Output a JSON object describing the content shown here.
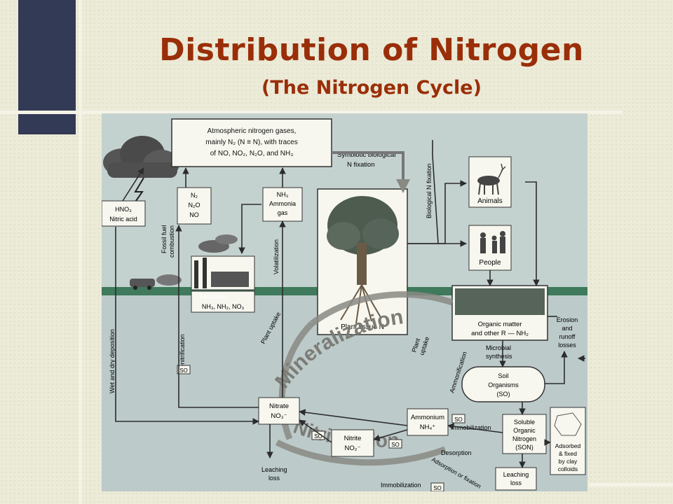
{
  "slide": {
    "title": "Distribution of Nitrogen",
    "subtitle": "(The Nitrogen Cycle)"
  },
  "colors": {
    "title": "#9a2e08",
    "panel": "#c4d2cf",
    "box_fill": "#f7f7ef",
    "ground": "#3f7a5c",
    "arrow": "#2c2c2c",
    "cycle_arc": "#8a8a84",
    "side_bar": "#333a56"
  },
  "diagram": {
    "atmosphere": [
      "Atmospheric nitrogen gases,",
      "mainly N₂ (N ≡ N), with traces",
      "of NO, NO₂, N₂O, and NH₃"
    ],
    "nitric_acid": [
      "HNO₃",
      "Nitric acid"
    ],
    "nitrogen_oxides": [
      "N₂",
      "N₂O",
      "NO"
    ],
    "ammonia_gas": [
      "NH₃",
      "Ammonia",
      "gas"
    ],
    "symbiotic": [
      "Symbiotic biological",
      "N fixation"
    ],
    "biological_fixation": "Biological N fixation",
    "animals": "Animals",
    "people": "People",
    "fossil_fuel": [
      "Fossil fuel",
      "combustion"
    ],
    "volatilization": "Volatilization",
    "fertilizers": "Fertilizers",
    "fertilizer_forms": "NH₃, NH₂, NO₃",
    "plant_tissue": "Plant tissue N",
    "organic_matter": [
      "Organic matter",
      "and other R — NH₂"
    ],
    "erosion": [
      "Erosion",
      "and",
      "runoff",
      "losses"
    ],
    "microbial_synthesis": [
      "Microbial",
      "synthesis"
    ],
    "soil_organisms": [
      "Soil",
      "Organisms",
      "(SO)"
    ],
    "wet_dry": "Wet and dry deposition",
    "denitrification": "Denitrification",
    "plant_uptake_1": "Plant uptake",
    "plant_uptake_2": [
      "Plant",
      "uptake"
    ],
    "ammonification": "Ammonification",
    "mineralization": "Mineralization",
    "nitrification": "Nitrification",
    "nitrate": [
      "Nitrate",
      "NO₃⁻"
    ],
    "ammonium": [
      "Ammonium",
      "NH₄⁺"
    ],
    "nitrite": [
      "Nitrite",
      "NO₂⁻"
    ],
    "immobilization_1": "Immobilization",
    "immobilization_2": "Immobilization",
    "son": [
      "Soluble",
      "Organic",
      "Nitrogen",
      "(SON)"
    ],
    "adsorbed": [
      "Adsorbed",
      "& fixed",
      "by clay",
      "colloids"
    ],
    "desorption": "Desorption",
    "adsorption": "Adsorption or fixation",
    "leaching_1": [
      "Leaching",
      "loss"
    ],
    "leaching_2": [
      "Leaching",
      "loss"
    ],
    "so_tag": "SO"
  }
}
